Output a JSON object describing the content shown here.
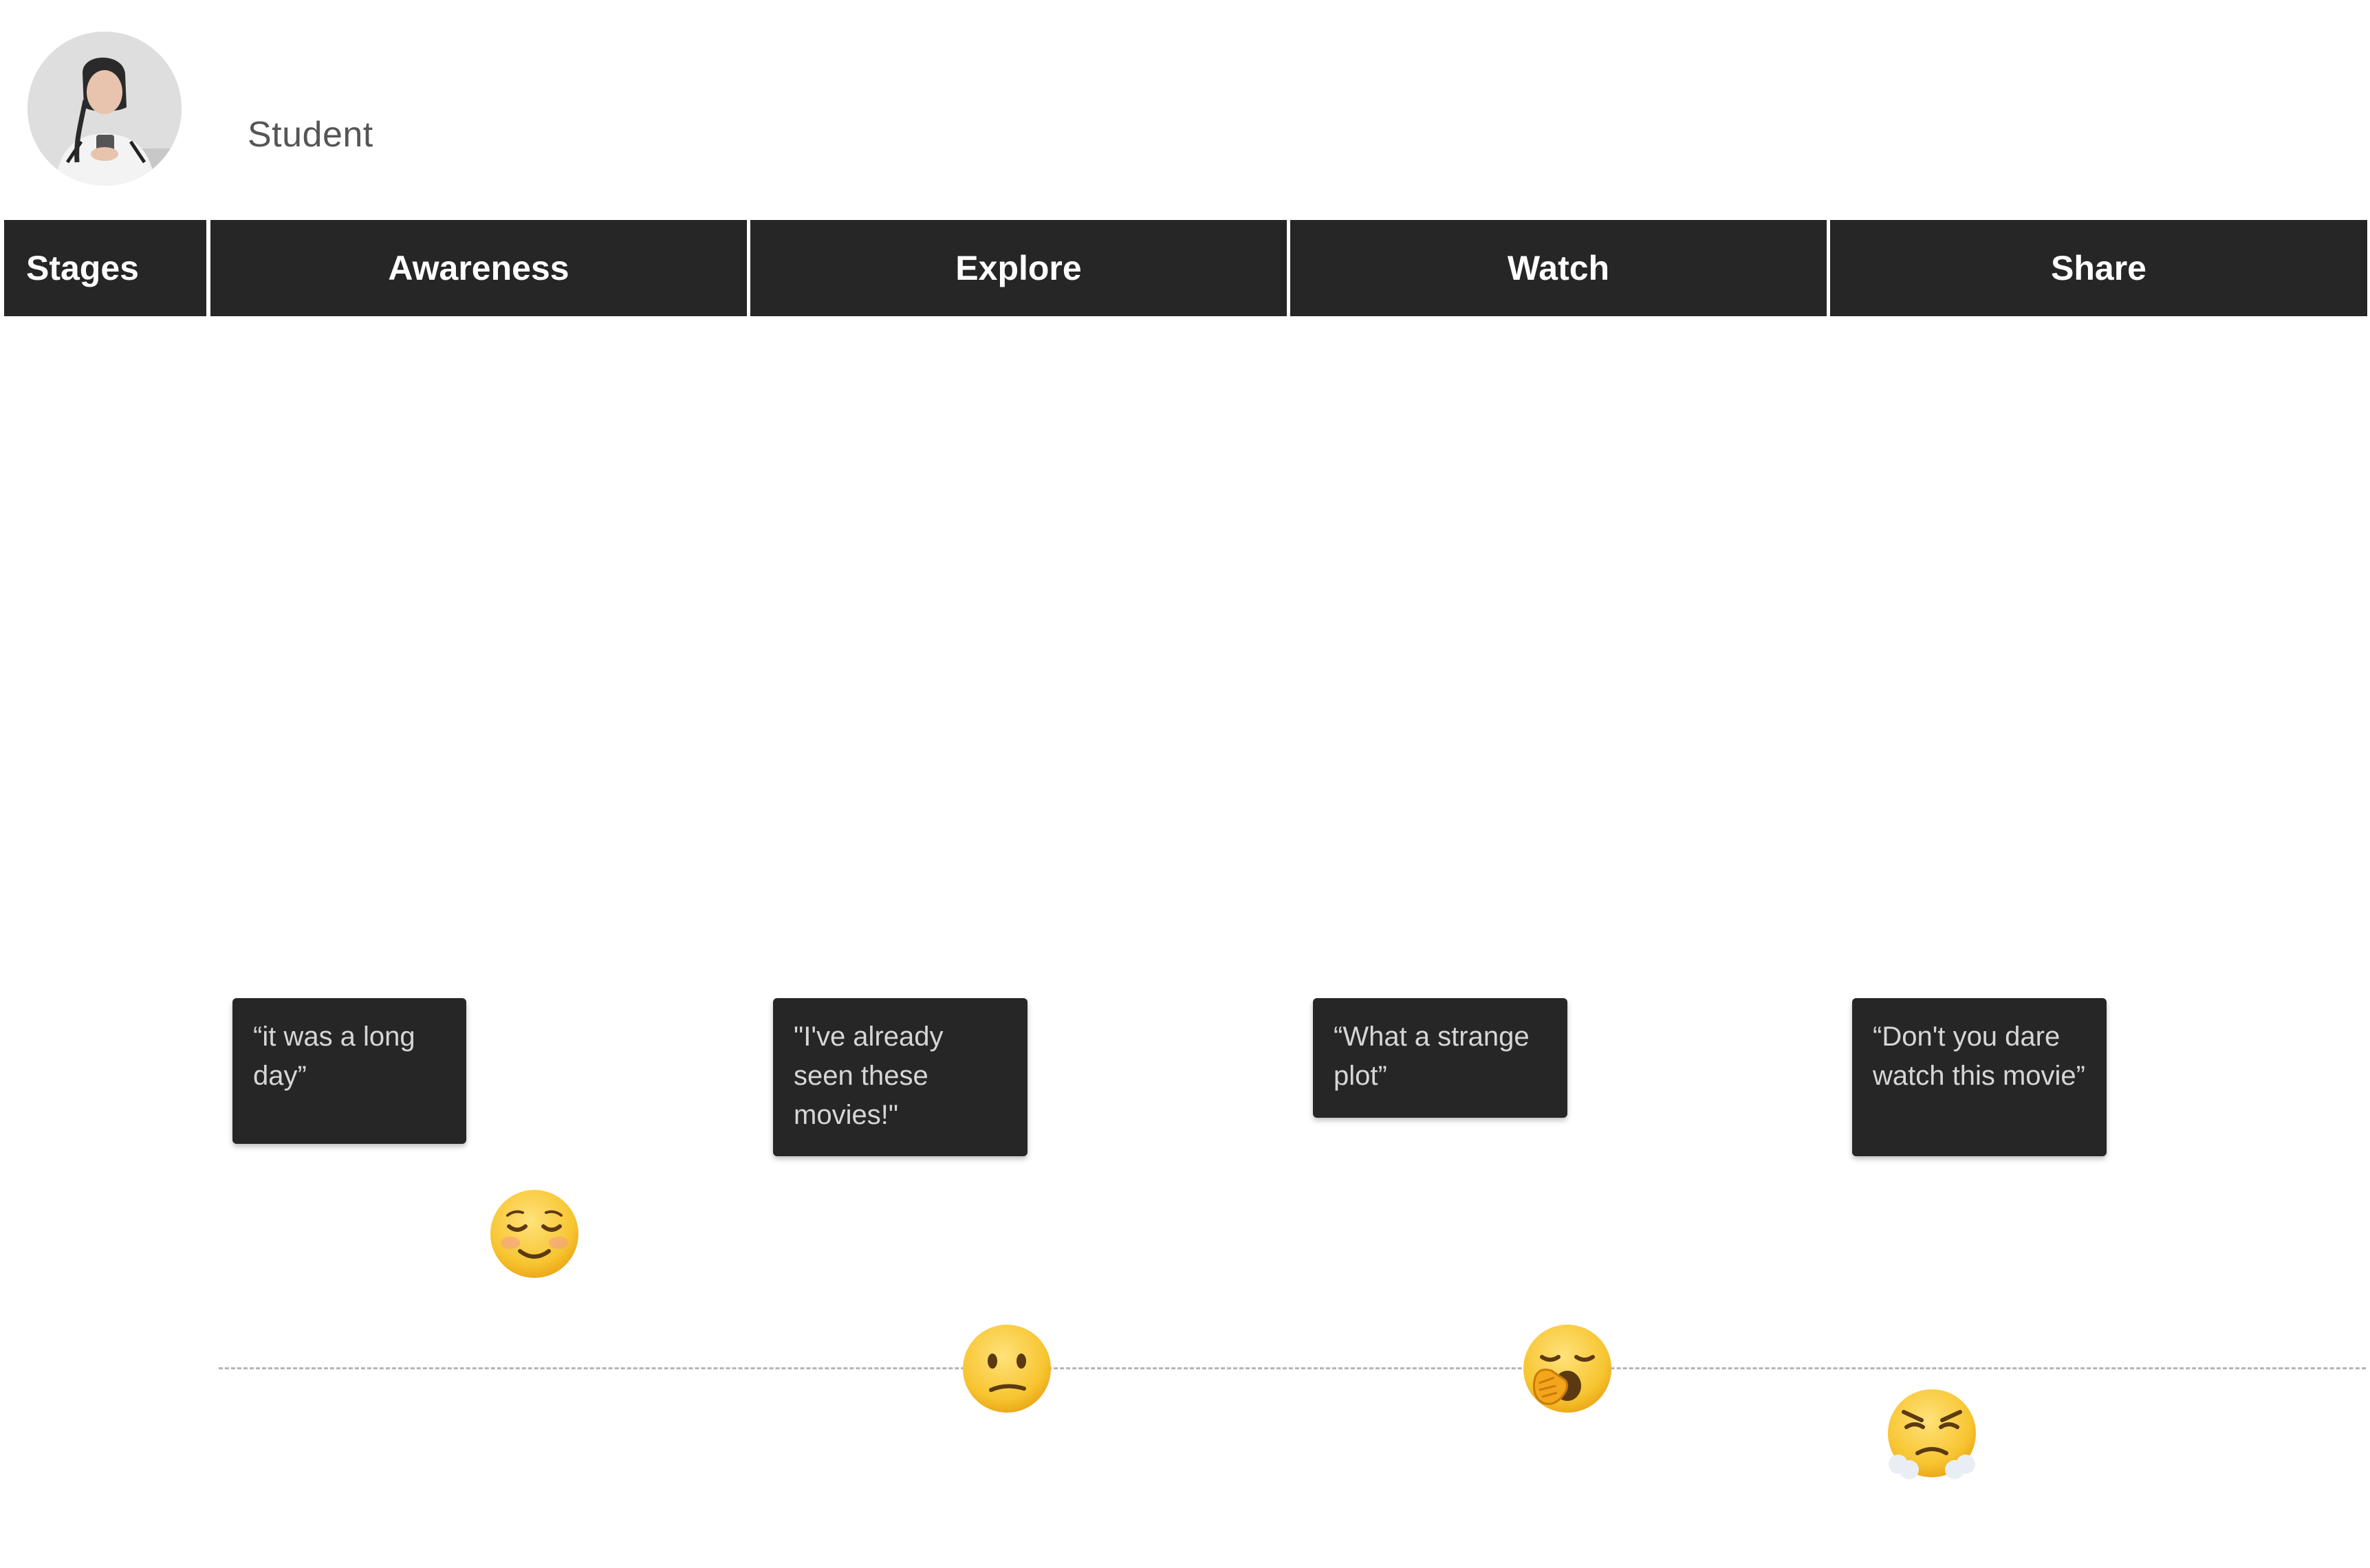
{
  "persona": {
    "label": "Student"
  },
  "stages": {
    "header_label": "Stages",
    "items": [
      "Awareness",
      "Explore",
      "Watch",
      "Share"
    ]
  },
  "quotes": [
    "“it was a long day”",
    "\"I've already seen these movies!\"",
    "“What a strange plot”",
    "“Don't you dare watch this movie”"
  ],
  "emotions": [
    {
      "stage": "Awareness",
      "emoji": "smiling-face-icon",
      "level": "above"
    },
    {
      "stage": "Explore",
      "emoji": "confused-face-icon",
      "level": "neutral"
    },
    {
      "stage": "Watch",
      "emoji": "yawning-face-icon",
      "level": "neutral"
    },
    {
      "stage": "Share",
      "emoji": "face-with-steam-icon",
      "level": "below"
    }
  ],
  "colors": {
    "header_bg": "#262626",
    "card_bg": "#262626",
    "emoji_yellow": "#f7c531"
  }
}
